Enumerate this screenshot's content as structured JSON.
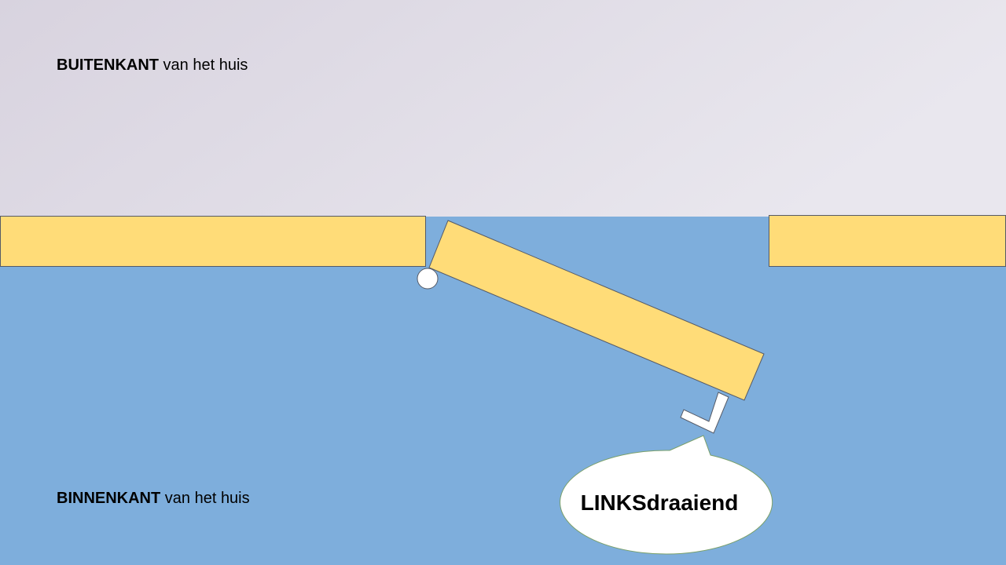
{
  "labels": {
    "outside": {
      "bold": "BUITENKANT",
      "rest": " van het huis"
    },
    "inside": {
      "bold": "BINNENKANT",
      "rest": " van het huis"
    },
    "callout": "LINKSdraaiend"
  },
  "colors": {
    "outside_top": "#d8d3df",
    "outside_bottom": "#e9e7ee",
    "inside": "#7eaedc",
    "wall": "#ffdc78",
    "wall_stroke": "#555a66",
    "hinge": "#ffffff",
    "handle": "#ffffff",
    "callout_fill": "#ffffff",
    "callout_stroke": "#7aa06a",
    "text": "#000000"
  }
}
